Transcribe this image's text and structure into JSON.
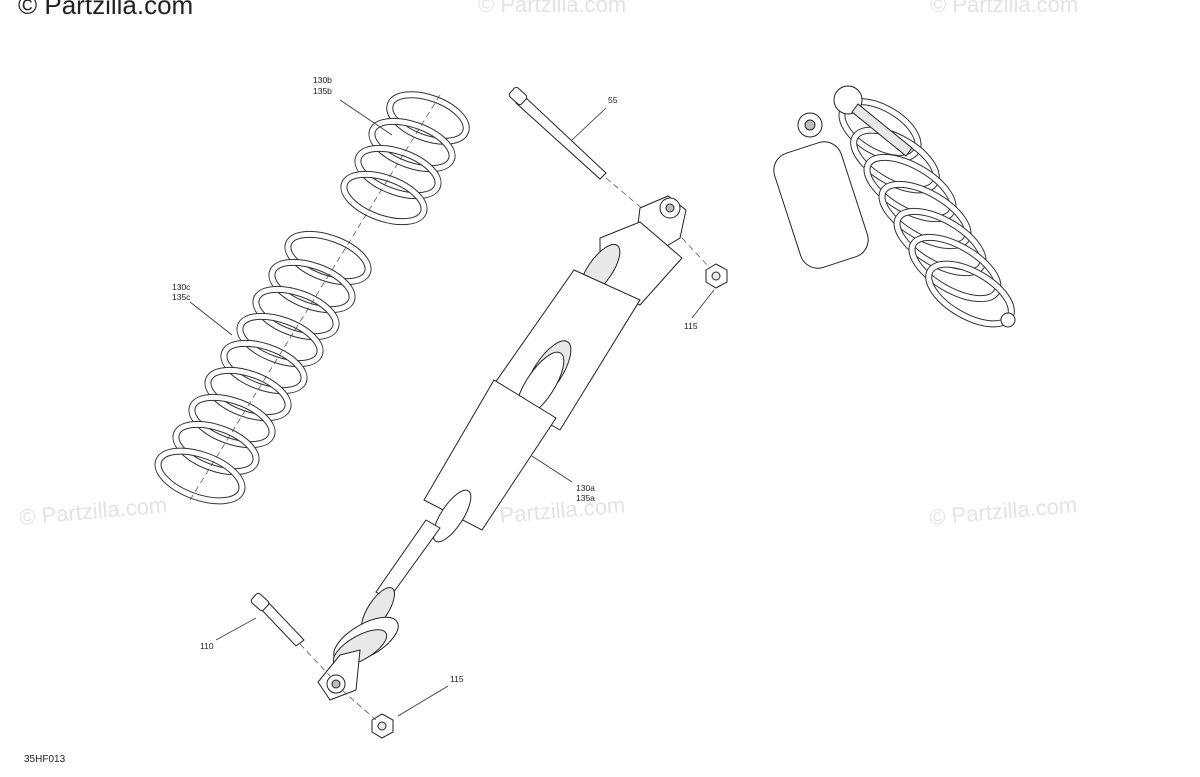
{
  "watermarks": {
    "top_left": "© Partzilla.com",
    "text": "© Partzilla.com"
  },
  "callouts": {
    "c130b": "130b",
    "c135b": "135b",
    "c130c": "130c",
    "c135c": "135c",
    "c55": "55",
    "c115_top": "115",
    "c130a": "130a",
    "c135a": "135a",
    "c110": "110",
    "c115_bottom": "115"
  },
  "diagram_code": "35HF013"
}
